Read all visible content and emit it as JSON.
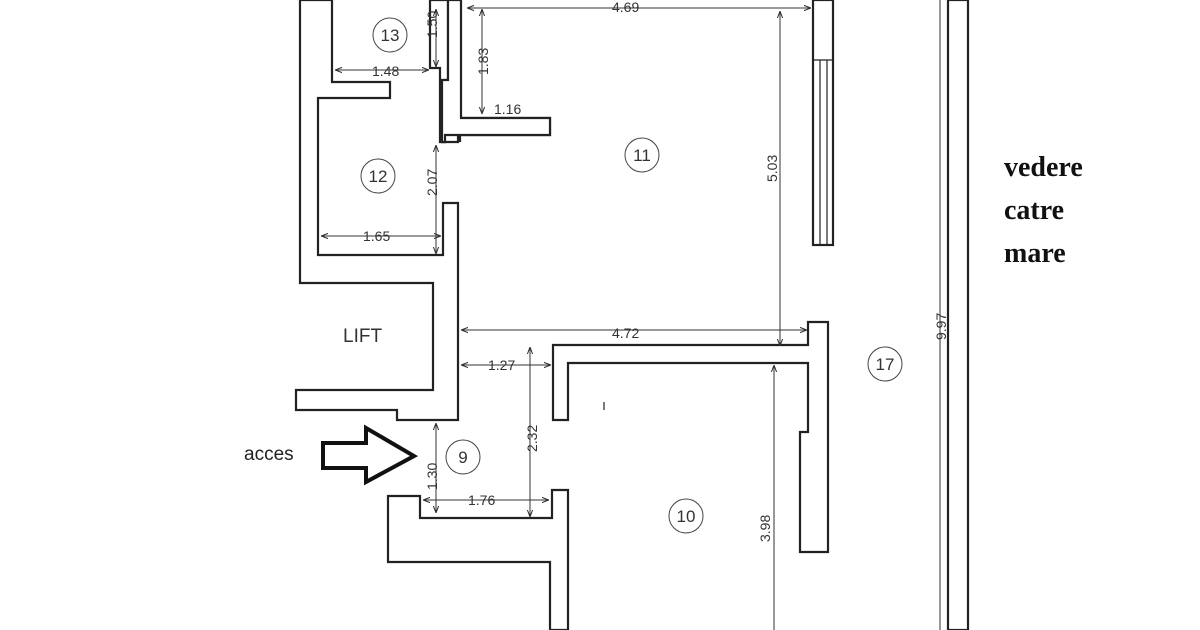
{
  "labels": {
    "lift": "LIFT",
    "access": "acces",
    "sea_view": [
      "vedere",
      "catre",
      "mare"
    ]
  },
  "rooms": [
    "13",
    "12",
    "11",
    "9",
    "10",
    "17"
  ],
  "dimensions": [
    "4.69",
    "1.50",
    "1.83",
    "1.48",
    "1.16",
    "5.03",
    "2.07",
    "1.65",
    "9.97",
    "4.72",
    "1.27",
    "2.32",
    "1.30",
    "1.76",
    "3.98"
  ]
}
